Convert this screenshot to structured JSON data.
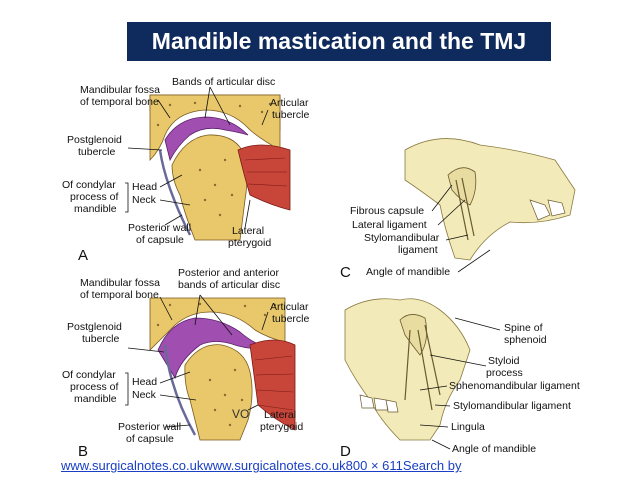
{
  "slide": {
    "title": "Mandible mastication and the TMJ",
    "source_link": "www.surgicalnotes.co.ukwww.surgicalnotes.co.uk800 × 611Search by"
  },
  "colors": {
    "title_bg": "#0f2a5c",
    "bone": "#e8c86a",
    "disc": "#a04fb0",
    "muscle": "#c8453a",
    "skull": "#f2eab8"
  },
  "figure": {
    "panel_a": {
      "letter": "A",
      "labels": {
        "fossa_1": "Mandibular fossa",
        "fossa_2": "of temporal bone",
        "bands": "Bands of articular disc",
        "tubercle_1": "Articular",
        "tubercle_2": "tubercle",
        "postglenoid_1": "Postglenoid",
        "postglenoid_2": "tubercle",
        "condylar_1": "Of condylar",
        "condylar_2": "process of",
        "condylar_3": "mandible",
        "head": "Head",
        "neck": "Neck",
        "posterior_1": "Posterior wall",
        "posterior_2": "of capsule",
        "lateral_1": "Lateral",
        "lateral_2": "pterygoid"
      }
    },
    "panel_b": {
      "letter": "B",
      "labels": {
        "fossa_1": "Mandibular fossa",
        "fossa_2": "of temporal bone",
        "bands_1": "Posterior and anterior",
        "bands_2": "bands of articular disc",
        "tubercle_1": "Articular",
        "tubercle_2": "tubercle",
        "postglenoid_1": "Postglenoid",
        "postglenoid_2": "tubercle",
        "condylar_1": "Of condylar",
        "condylar_2": "process of",
        "condylar_3": "mandible",
        "head": "Head",
        "neck": "Neck",
        "posterior_1": "Posterior wall",
        "posterior_2": "of capsule",
        "lateral_1": "Lateral",
        "lateral_2": "pterygoid"
      }
    },
    "panel_c": {
      "letter": "C",
      "labels": {
        "fibrous": "Fibrous capsule",
        "lateral_lig": "Lateral ligament",
        "stylo_1": "Stylomandibular",
        "stylo_2": "ligament",
        "angle": "Angle of mandible"
      }
    },
    "panel_d": {
      "letter": "D",
      "labels": {
        "spine_1": "Spine of",
        "spine_2": "sphenoid",
        "styloid_1": "Styloid",
        "styloid_2": "process",
        "spheno": "Sphenomandibular ligament",
        "stylo": "Stylomandibular ligament",
        "lingula": "Lingula",
        "angle": "Angle of mandible"
      }
    }
  }
}
